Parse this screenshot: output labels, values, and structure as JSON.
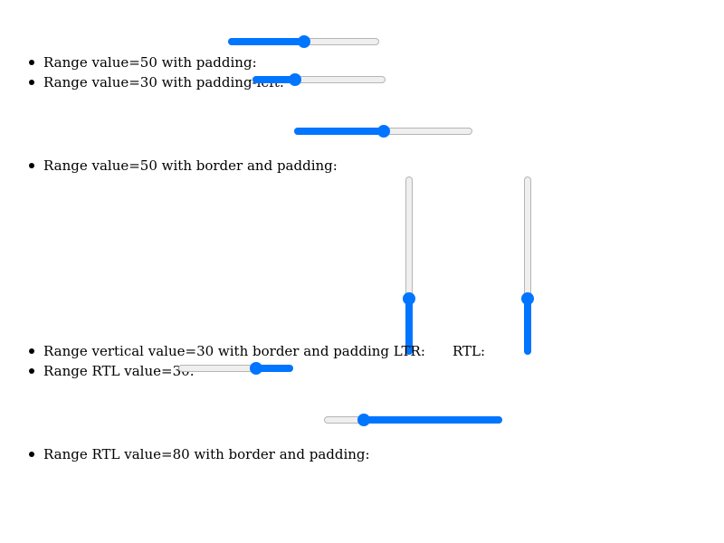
{
  "items": [
    {
      "label": "Range value=50 with padding:",
      "value": 50,
      "direction": "ltr"
    },
    {
      "label": "Range value=30 with padding-left:",
      "value": 30,
      "direction": "ltr"
    },
    {
      "label": "Range value=50 with border and padding:",
      "value": 50,
      "direction": "ltr"
    },
    {
      "label": "Range vertical value=30 with border and padding LTR:",
      "rtl_label": "RTL:",
      "value_ltr": 30,
      "value_rtl": 30
    },
    {
      "label": "Range RTL value=30:",
      "value": 30,
      "direction": "rtl"
    },
    {
      "label": "Range RTL value=80 with border and padding:",
      "value": 80,
      "direction": "rtl"
    }
  ],
  "colors": {
    "accent": "#0075ff",
    "track": "#efefef",
    "track_border": "#b5b5b5"
  }
}
